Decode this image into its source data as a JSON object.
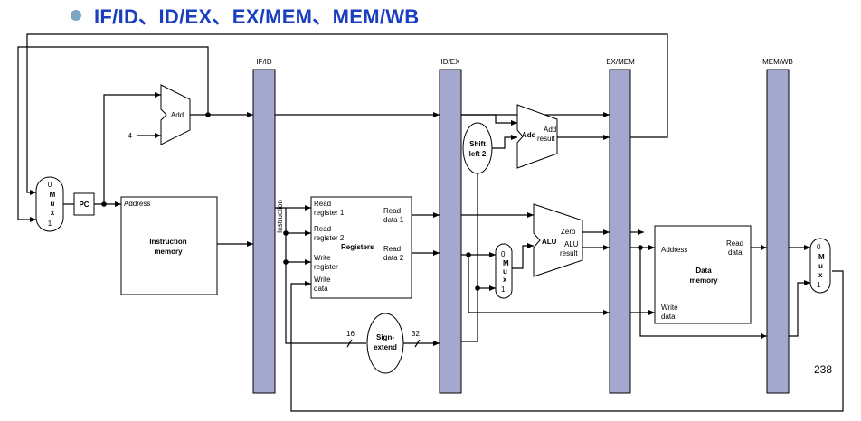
{
  "title": "IF/ID、ID/EX、EX/MEM、MEM/WB",
  "page_number": "238",
  "pipeline_registers": [
    "IF/ID",
    "ID/EX",
    "EX/MEM",
    "MEM/WB"
  ],
  "pc": "PC",
  "add_if": "Add",
  "const_four": "4",
  "instruction_memory": {
    "address": "Address",
    "title_line1": "Instruction",
    "title_line2": "memory"
  },
  "instruction_label": "Instruction",
  "registers": {
    "title": "Registers",
    "read_reg1_l1": "Read",
    "read_reg1_l2": "register 1",
    "read_reg2_l1": "Read",
    "read_reg2_l2": "register 2",
    "write_reg_l1": "Write",
    "write_reg_l2": "register",
    "write_data_l1": "Write",
    "write_data_l2": "data",
    "read_data1_l1": "Read",
    "read_data1_l2": "data 1",
    "read_data2_l1": "Read",
    "read_data2_l2": "data 2"
  },
  "sign_extend": {
    "l1": "Sign-",
    "l2": "extend",
    "in_bits": "16",
    "out_bits": "32"
  },
  "shift_left": {
    "l1": "Shift",
    "l2": "left 2"
  },
  "add_branch": {
    "label": "Add",
    "out_l1": "Add",
    "out_l2": "result"
  },
  "alu": {
    "label": "ALU",
    "zero": "Zero",
    "result_l1": "ALU",
    "result_l2": "result"
  },
  "mux": {
    "zero": "0",
    "m": "M",
    "u": "u",
    "x": "x",
    "one": "1"
  },
  "data_memory": {
    "address": "Address",
    "read_l1": "Read",
    "read_l2": "data",
    "title_l1": "Data",
    "title_l2": "memory",
    "write_l1": "Write",
    "write_l2": "data"
  }
}
